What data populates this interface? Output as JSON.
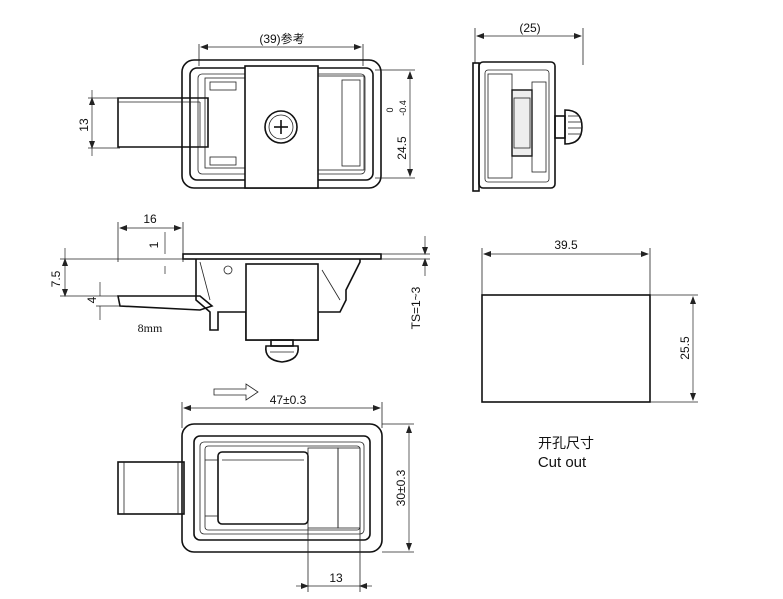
{
  "labels": {
    "top_width": "(39)参考",
    "side_width": "(25)",
    "left_13": "13",
    "height_24_5": "24.5",
    "tol_upper": "0",
    "tol_lower": "-0.4",
    "d16": "16",
    "d1": "1",
    "d7_5": "7.5",
    "d4": "4",
    "d8mm": "8mm",
    "ts": "TS=1~3",
    "cut_w": "39.5",
    "cut_h": "25.5",
    "bottom_w": "47±0.3",
    "bottom_h": "30±0.3",
    "bottom_13": "13",
    "cut_cn": "开孔尺寸",
    "cut_en": "Cut out"
  }
}
